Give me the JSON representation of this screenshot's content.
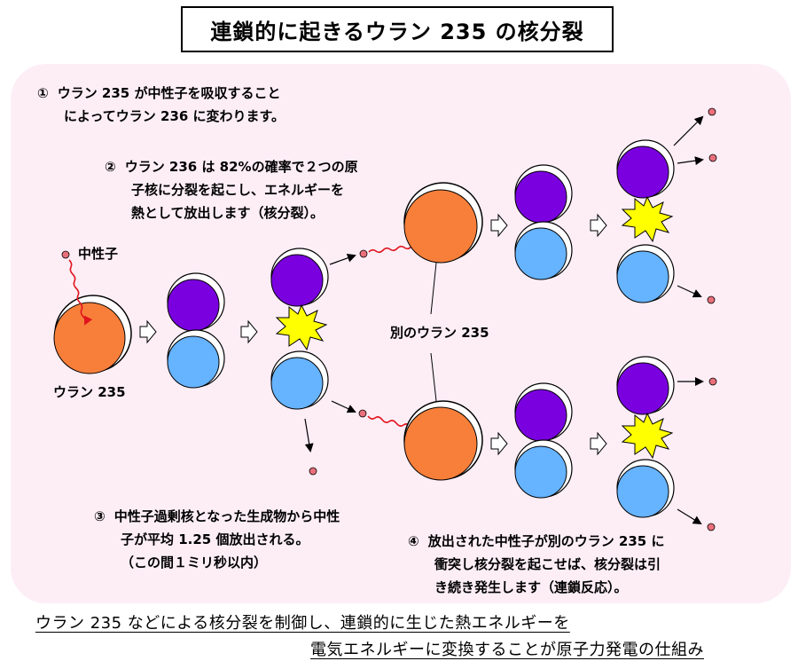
{
  "title": "連鎖的に起きるウラン 235 の核分裂",
  "notes": {
    "n1": {
      "num": "①",
      "line1": "ウラン 235 が中性子を吸収すること",
      "line2": "によってウラン 236 に変わります。"
    },
    "n2": {
      "num": "②",
      "line1": "ウラン 236 は 82%の確率で２つの原",
      "line2": "子核に分裂を起こし、エネルギーを",
      "line3": "熱として放出します（核分裂）。"
    },
    "n3": {
      "num": "③",
      "line1": "中性子過剰核となった生成物から中性",
      "line2": "子が平均 1.25 個放出される。",
      "line3": "（この間１ミリ秒以内）"
    },
    "n4": {
      "num": "④",
      "line1": "放出された中性子が別のウラン 235 に",
      "line2": "衝突し核分裂を起こせば、核分裂は引",
      "line3": "き続き発生します（連鎖反応）。"
    }
  },
  "labels": {
    "neutron": "中性子",
    "uranium": "ウラン 235",
    "other_uranium": "別のウラン 235"
  },
  "summary": {
    "line1": "ウラン 235 などによる核分裂を制御し、連鎖的に生じた熱エネルギーを",
    "line2": "電気エネルギーに変換することが原子力発電の仕組み"
  },
  "colors": {
    "panel": "#fdeef6",
    "uranium": "#f77f3a",
    "fragment_purple": "#7a00e0",
    "fragment_blue": "#66b3ff",
    "neutron": "#e8707a",
    "flash": "#ffff00",
    "wave": "#e0141e"
  }
}
